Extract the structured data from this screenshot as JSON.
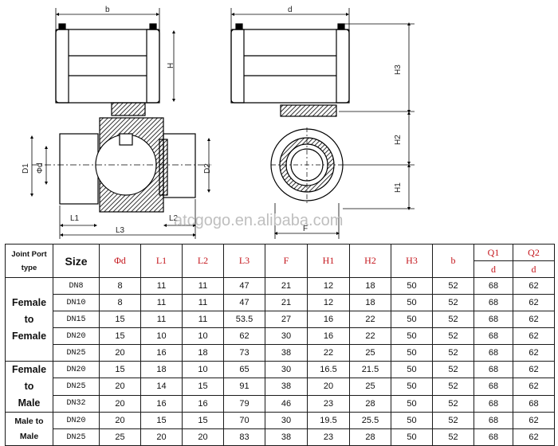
{
  "drawing": {
    "watermark": "atcgogo.en.alibaba.com",
    "labels": {
      "b": "b",
      "H": "H",
      "d": "d",
      "H3": "H3",
      "H2": "H2",
      "H1": "H1",
      "D1": "D1",
      "phid": "Φd",
      "D2": "D2",
      "L1": "L1",
      "L2": "L2",
      "L3": "L3",
      "F": "F"
    }
  },
  "table": {
    "joint_header": [
      "Joint Port",
      "type"
    ],
    "size_header": "Size",
    "columns": [
      "Φd",
      "L1",
      "L2",
      "L3",
      "F",
      "H1",
      "H2",
      "H3",
      "b",
      "Q1",
      "Q2"
    ],
    "q_sub": [
      "d",
      "d"
    ],
    "groups": [
      {
        "lines": [
          "Female",
          "to",
          "Female"
        ],
        "rows": [
          [
            "DN8",
            "8",
            "11",
            "11",
            "47",
            "21",
            "12",
            "18",
            "50",
            "52",
            "68",
            "62"
          ],
          [
            "DN10",
            "8",
            "11",
            "11",
            "47",
            "21",
            "12",
            "18",
            "50",
            "52",
            "68",
            "62"
          ],
          [
            "DN15",
            "15",
            "11",
            "11",
            "53.5",
            "27",
            "16",
            "22",
            "50",
            "52",
            "68",
            "62"
          ],
          [
            "DN20",
            "15",
            "10",
            "10",
            "62",
            "30",
            "16",
            "22",
            "50",
            "52",
            "68",
            "62"
          ],
          [
            "DN25",
            "20",
            "16",
            "18",
            "73",
            "38",
            "22",
            "25",
            "50",
            "52",
            "68",
            "62"
          ]
        ]
      },
      {
        "lines": [
          "Female",
          "to",
          "Male"
        ],
        "rows": [
          [
            "DN20",
            "15",
            "18",
            "10",
            "65",
            "30",
            "16.5",
            "21.5",
            "50",
            "52",
            "68",
            "62"
          ],
          [
            "DN25",
            "20",
            "14",
            "15",
            "91",
            "38",
            "20",
            "25",
            "50",
            "52",
            "68",
            "62"
          ],
          [
            "DN32",
            "20",
            "16",
            "16",
            "79",
            "46",
            "23",
            "28",
            "50",
            "52",
            "68",
            "68"
          ]
        ]
      },
      {
        "lines": [
          "Male to",
          "Male"
        ],
        "rows": [
          [
            "DN20",
            "20",
            "15",
            "15",
            "70",
            "30",
            "19.5",
            "25.5",
            "50",
            "52",
            "68",
            "62"
          ],
          [
            "DN25",
            "25",
            "20",
            "20",
            "83",
            "38",
            "23",
            "28",
            "50",
            "52",
            "68",
            "62"
          ]
        ]
      }
    ]
  }
}
